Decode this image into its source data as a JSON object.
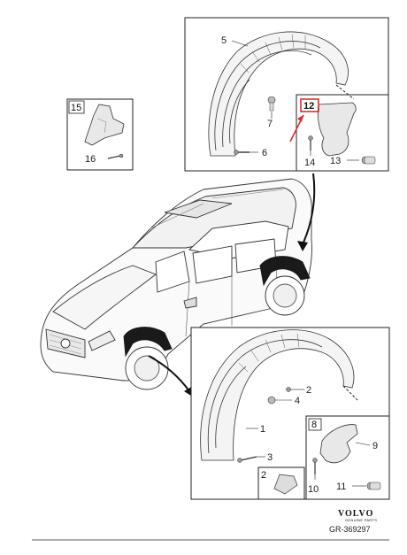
{
  "callouts": {
    "c1": "1",
    "c2": "2",
    "c3": "3",
    "c4": "4",
    "c5": "5",
    "c6": "6",
    "c7": "7",
    "c8": "8",
    "c9": "9",
    "c10": "10",
    "c11": "11",
    "c12": "12",
    "c13": "13",
    "c14": "14",
    "c15": "15",
    "c16": "16",
    "c2box": "2"
  },
  "brand": {
    "name": "VOLVO",
    "sub": "GENUINE PARTS"
  },
  "ref_code": "GR-369297",
  "colors": {
    "highlight": "#e32b2b",
    "line": "#222222",
    "dark_part": "#1a1a1a"
  }
}
